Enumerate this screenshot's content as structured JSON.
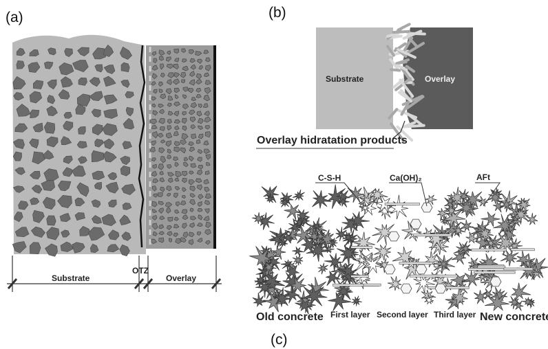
{
  "panels": {
    "a": "(a)",
    "b": "(b)",
    "c": "(c)"
  },
  "panel_a": {
    "substrate": "Substrate",
    "otz": "OTZ",
    "overlay": "Overlay"
  },
  "panel_b": {
    "substrate": "Substrate",
    "overlay": "Overlay",
    "products": "Overlay hidratation products"
  },
  "panel_c": {
    "csh": "C-S-H",
    "caoh": "Ca(OH)₂",
    "aft": "AFt",
    "old_concrete": "Old concrete",
    "first_layer": "First layer",
    "second_layer": "Second layer",
    "third_layer": "Third layer",
    "new_concrete": "New concrete"
  },
  "colors": {
    "matrix_light": "#b9b9b9",
    "aggregate": "#6b6b6b",
    "overlay_matrix": "#9a9a9a",
    "overlay_dark": "#5b5b5b",
    "substrate_block": "#bdbdbd"
  }
}
